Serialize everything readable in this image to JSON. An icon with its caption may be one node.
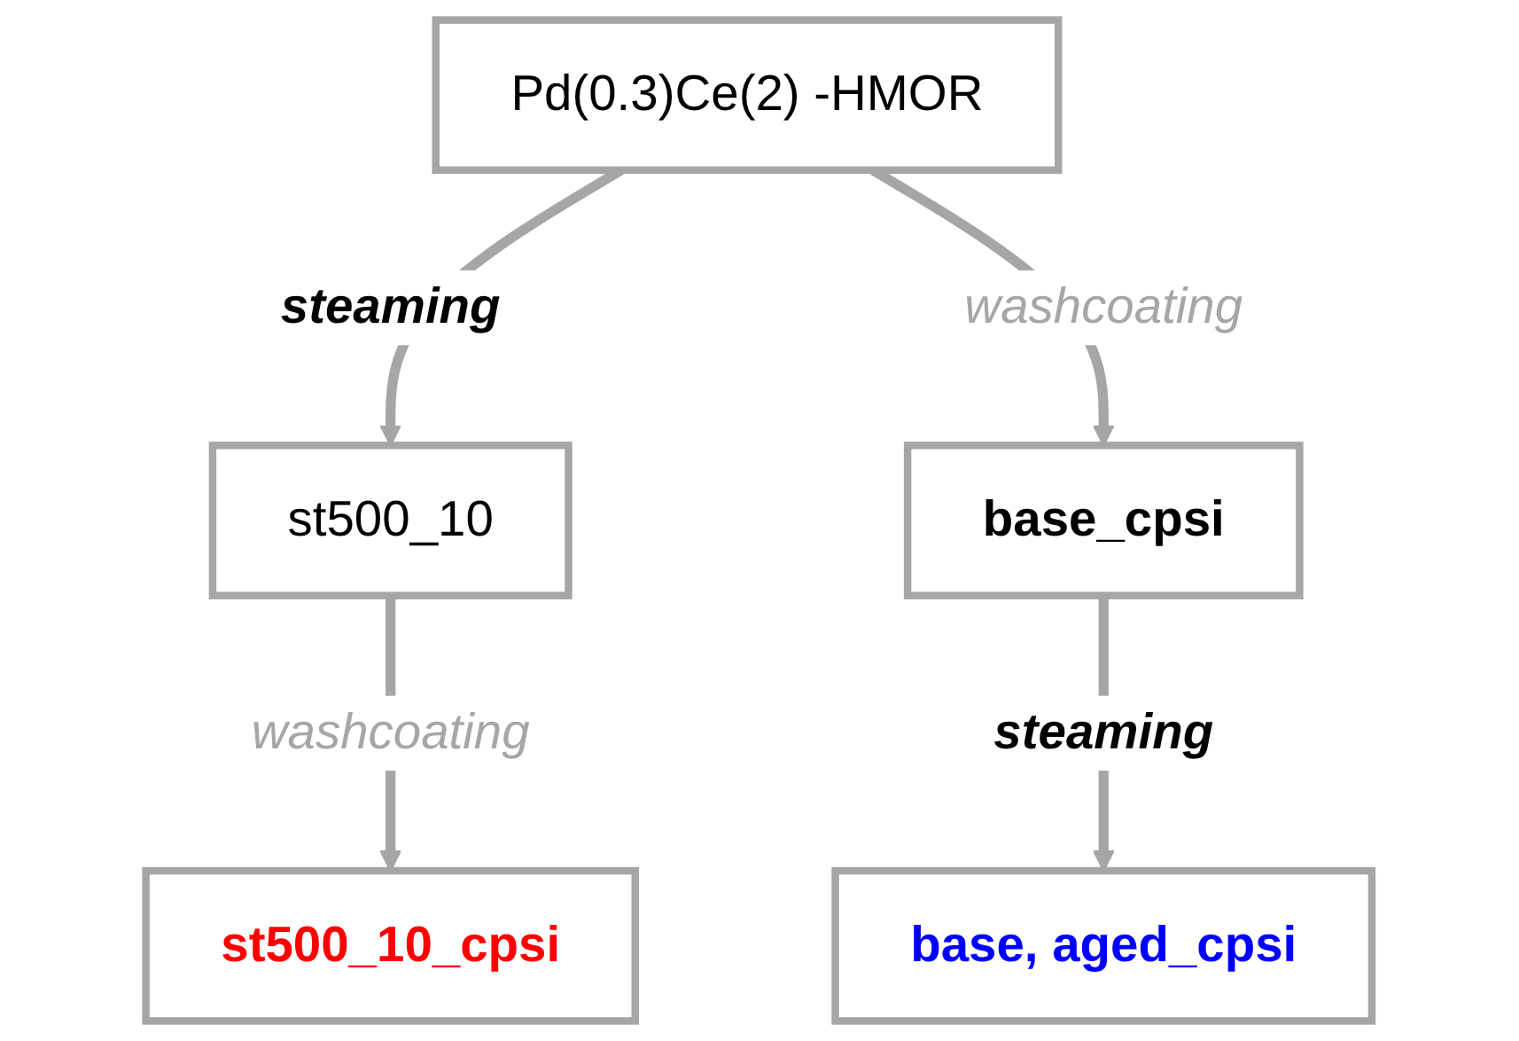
{
  "diagram": {
    "nodes": [
      {
        "text": [
          "Pd(0.3)Ce(2) -HMOR"
        ]
      },
      {
        "text": [
          "st500_10"
        ]
      },
      {
        "text": [
          "base_cpsi"
        ]
      },
      {
        "text": [
          "st500_10_cpsi"
        ]
      },
      {
        "text": [
          "base, aged_cpsi"
        ]
      }
    ],
    "edges": [
      {
        "from": 0,
        "to": 1,
        "arrow": "to",
        "label": "steaming"
      },
      {
        "from": 0,
        "to": 2,
        "arrow": "to",
        "label": "washcoating"
      },
      {
        "from": 1,
        "to": 3,
        "arrow": "to",
        "label": "washcoating"
      },
      {
        "from": 2,
        "to": 4,
        "arrow": "to",
        "label": "steaming"
      }
    ]
  }
}
